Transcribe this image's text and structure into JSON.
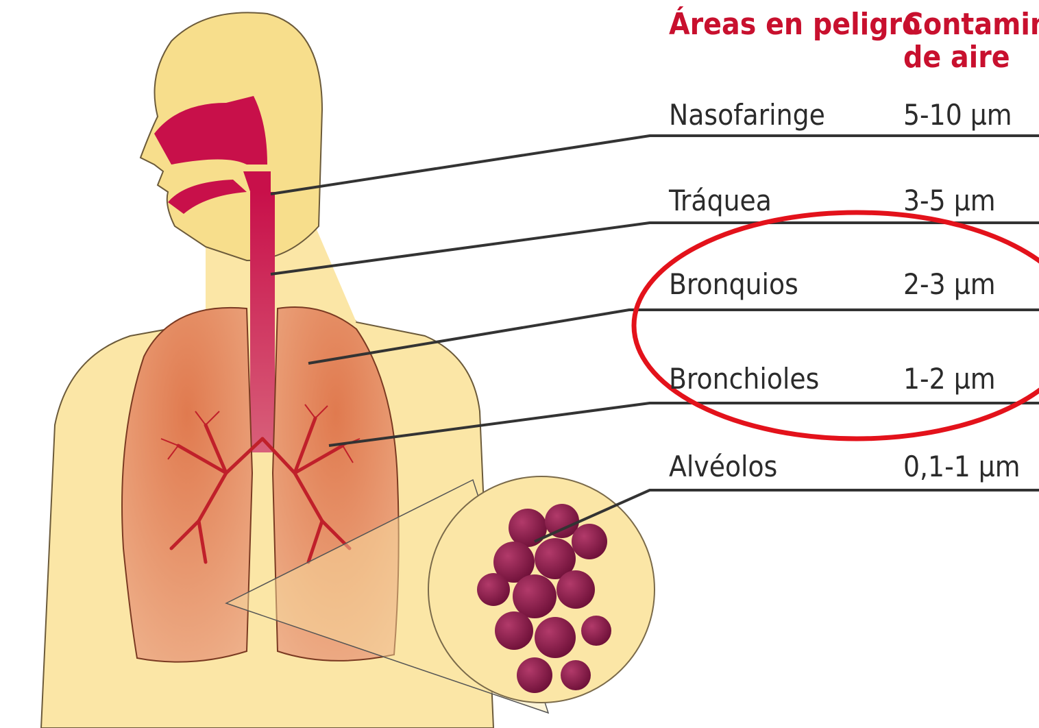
{
  "headers": {
    "areas": "Áreas en peligro",
    "contaminant_line1": "Contamina",
    "contaminant_line2": "de aire"
  },
  "rows": [
    {
      "area": "Nasofaringe",
      "size": "5-10 µm"
    },
    {
      "area": "Tráquea",
      "size": "3-5 µm"
    },
    {
      "area": "Bronquios",
      "size": "2-3 µm"
    },
    {
      "area": "Bronchioles",
      "size": "1-2 µm"
    },
    {
      "area": "Alvéolos",
      "size": "0,1-1 µm"
    }
  ],
  "colors": {
    "header_red": "#c8102e",
    "skin": "#fbe6a6",
    "head": "#f7de8c",
    "nasal": "#c8104a",
    "lung": "#e8956a",
    "alveoli": "#8e1f4d",
    "highlight_ellipse": "#e3121b",
    "leader_line": "#333333"
  }
}
